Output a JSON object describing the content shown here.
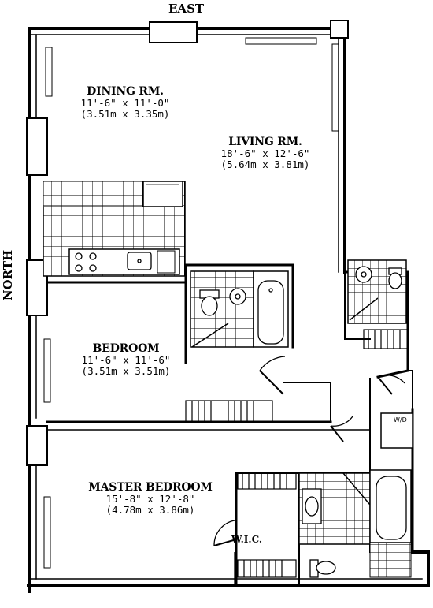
{
  "compass": {
    "east": "EAST",
    "north": "NORTH"
  },
  "rooms": {
    "dining": {
      "name": "DINING RM.",
      "dim_ft": "11'-6\" x 11'-0\"",
      "dim_m": "(3.51m x 3.35m)"
    },
    "living": {
      "name": "LIVING RM.",
      "dim_ft": "18'-6\" x 12'-6\"",
      "dim_m": "(5.64m x 3.81m)"
    },
    "bedroom": {
      "name": "BEDROOM",
      "dim_ft": "11'-6\" x 11'-6\"",
      "dim_m": "(3.51m x 3.51m)"
    },
    "master": {
      "name": "MASTER BEDROOM",
      "dim_ft": "15'-8\" x 12'-8\"",
      "dim_m": "(4.78m x 3.86m)"
    },
    "wic": {
      "name": "W.I.C."
    }
  },
  "fixtures": {
    "washer_dryer": "W/D"
  }
}
